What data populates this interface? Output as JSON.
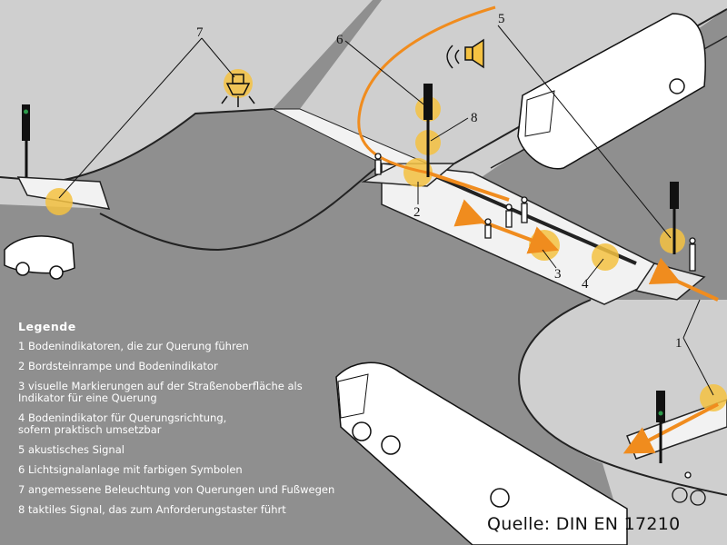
{
  "legend": {
    "title": "Legende",
    "items": [
      "1 Bodenindikatoren, die zur Querung führen",
      "2 Bordsteinrampe und Bodenindikator",
      "3 visuelle Markierungen auf der Straßenoberfläche als\n   Indikator für eine Querung",
      "4 Bodenindikator für Querungsrichtung,\n   sofern praktisch umsetzbar",
      "5 akustisches Signal",
      "6 Lichtsignalanlage mit farbigen Symbolen",
      "7 angemessene Beleuchtung von Querungen und Fußwegen",
      "8 taktiles Signal, das zum Anforderungstaster führt"
    ]
  },
  "callouts": {
    "n1": "1",
    "n2": "2",
    "n3": "3",
    "n4": "4",
    "n5": "5",
    "n6": "6",
    "n7": "7",
    "n8": "8"
  },
  "source": "Quelle: DIN EN 17210",
  "colors": {
    "road": "#8f8f8f",
    "sidewalk": "#cfcfcf",
    "crossing": "#f2f2f2",
    "highlight": "#f5c242",
    "arrow": "#f08c1e"
  }
}
